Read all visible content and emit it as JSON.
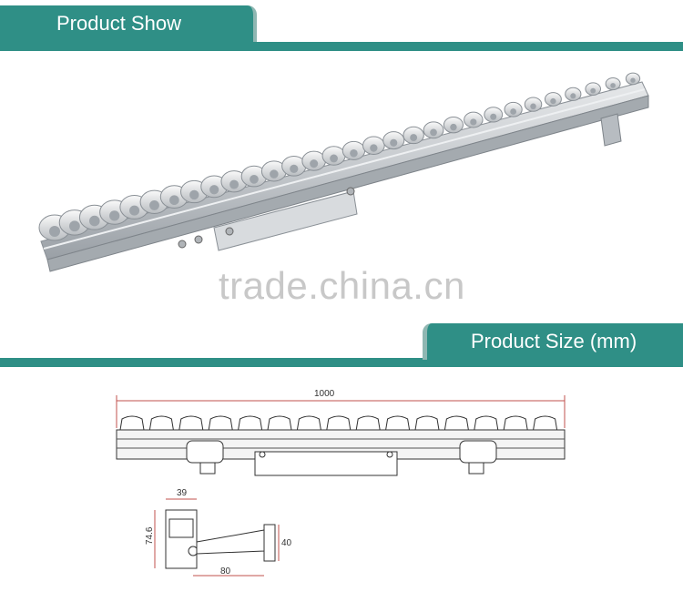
{
  "section_show": {
    "title": "Product Show"
  },
  "watermark": "trade.china.cn",
  "section_size": {
    "title": "Product Size (mm)"
  },
  "dimensions": {
    "length": "1000",
    "depth": "39",
    "height": "74.6",
    "bracket_length": "80",
    "bracket_height": "40"
  },
  "colors": {
    "accent": "#2f8f86",
    "tab_edge": "#8fb7b2"
  }
}
